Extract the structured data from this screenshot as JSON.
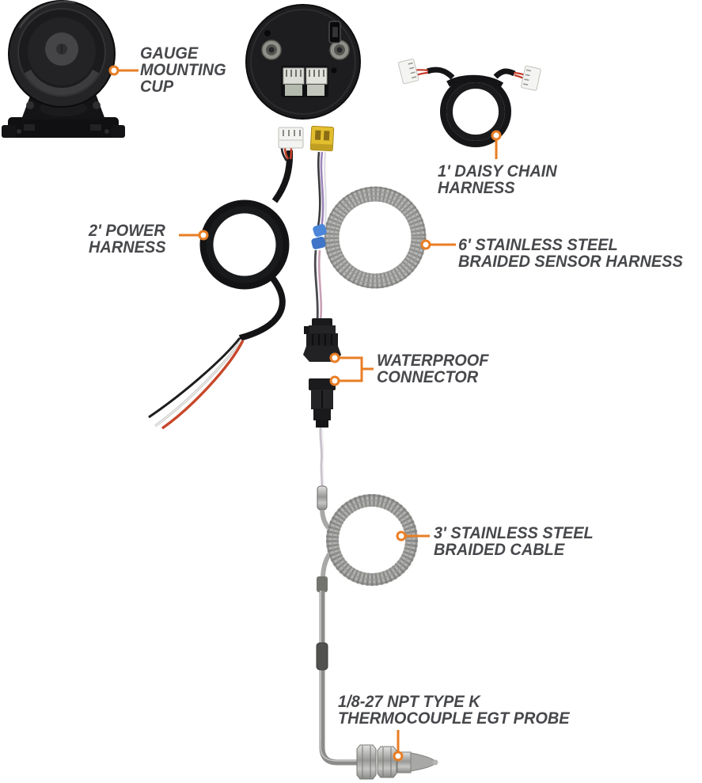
{
  "diagram": {
    "accent_color": "#E87E25",
    "label_color": "#47484B",
    "labels": {
      "gauge_mounting_cup": "GAUGE\nMOUNTING\nCUP",
      "daisy_chain_harness": "1' DAISY CHAIN\nHARNESS",
      "power_harness": "2' POWER\nHARNESS",
      "sensor_harness": "6' STAINLESS STEEL\nBRAIDED SENSOR HARNESS",
      "waterproof_connector": "WATERPROOF\nCONNECTOR",
      "braided_cable": "3' STAINLESS STEEL\nBRAIDED CABLE",
      "egt_probe": "1/8-27 NPT TYPE K\nTHERMOCOUPLE EGT PROBE"
    }
  }
}
